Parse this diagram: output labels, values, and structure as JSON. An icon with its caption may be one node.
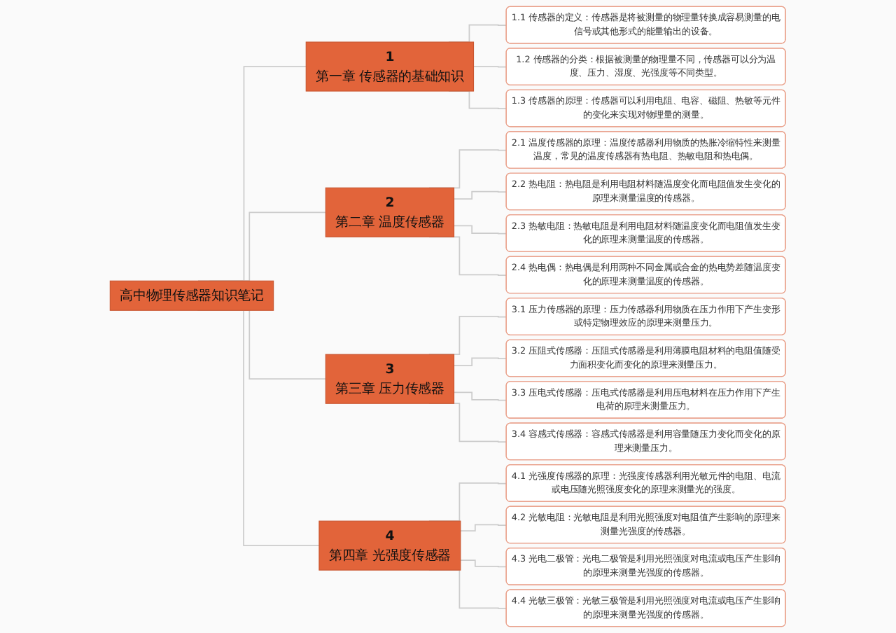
{
  "diagram": {
    "nodes": [
      {
        "text": [
          "高中物理传感器知识笔记"
        ]
      },
      {
        "text": [
          "1",
          "第一章 传感器的基础知识"
        ]
      },
      {
        "text": [
          "1.1 传感器的定义：传感器是将被测量的物理量转换成容易测量的电信号或其他形式的能量输出的设备。"
        ]
      },
      {
        "text": [
          "1.2 传感器的分类：根据被测量的物理量不同，传感器可以分为温度、压力、湿度、光强度等不同类型。"
        ]
      },
      {
        "text": [
          "1.3 传感器的原理：传感器可以利用电阻、电容、磁阻、热敏等元件的变化来实现对物理量的测量。"
        ]
      },
      {
        "text": [
          "2",
          "第二章 温度传感器"
        ]
      },
      {
        "text": [
          "2.1 温度传感器的原理：温度传感器利用物质的热胀冷缩特性来测量温度，常见的温度传感器有热电阻、热敏电阻和热电偶。"
        ]
      },
      {
        "text": [
          "2.2 热电阻：热电阻是利用电阻材料随温度变化而电阻值发生变化的原理来测量温度的传感器。"
        ]
      },
      {
        "text": [
          "2.3 热敏电阻：热敏电阻是利用电阻材料随温度变化而电阻值发生变化的原理来测量温度的传感器。"
        ]
      },
      {
        "text": [
          "2.4 热电偶：热电偶是利用两种不同金属或合金的热电势差随温度变化的原理来测量温度的传感器。"
        ]
      },
      {
        "text": [
          "3",
          "第三章 压力传感器"
        ]
      },
      {
        "text": [
          "3.1 压力传感器的原理：压力传感器利用物质在压力作用下产生变形或特定物理效应的原理来测量压力。"
        ]
      },
      {
        "text": [
          "3.2 压阻式传感器：压阻式传感器是利用薄膜电阻材料的电阻值随受力面积变化而变化的原理来测量压力。"
        ]
      },
      {
        "text": [
          "3.3 压电式传感器：压电式传感器是利用压电材料在压力作用下产生电荷的原理来测量压力。"
        ]
      },
      {
        "text": [
          "3.4 容感式传感器：容感式传感器是利用容量随压力变化而变化的原理来测量压力。"
        ]
      },
      {
        "text": [
          "4",
          "第四章 光强度传感器"
        ]
      },
      {
        "text": [
          "4.1 光强度传感器的原理：光强度传感器利用光敏元件的电阻、电流或电压随光照强度变化的原理来测量光的强度。"
        ]
      },
      {
        "text": [
          "4.2 光敏电阻：光敏电阻是利用光照强度对电阻值产生影响的原理来测量光强度的传感器。"
        ]
      },
      {
        "text": [
          "4.3 光电二极管：光电二极管是利用光照强度对电流或电压产生影响的原理来测量光强度的传感器。"
        ]
      },
      {
        "text": [
          "4.4 光敏三极管：光敏三极管是利用光照强度对电流或电压产生影响的原理来测量光强度的传感器。"
        ]
      }
    ],
    "edges": [
      {
        "from": 0,
        "to": 1,
        "arrow": "none"
      },
      {
        "from": 0,
        "to": 5,
        "arrow": "none"
      },
      {
        "from": 0,
        "to": 10,
        "arrow": "none"
      },
      {
        "from": 0,
        "to": 15,
        "arrow": "none"
      },
      {
        "from": 1,
        "to": 2,
        "arrow": "none"
      },
      {
        "from": 1,
        "to": 3,
        "arrow": "none"
      },
      {
        "from": 1,
        "to": 4,
        "arrow": "none"
      },
      {
        "from": 5,
        "to": 6,
        "arrow": "none"
      },
      {
        "from": 5,
        "to": 7,
        "arrow": "none"
      },
      {
        "from": 5,
        "to": 8,
        "arrow": "none"
      },
      {
        "from": 5,
        "to": 9,
        "arrow": "none"
      },
      {
        "from": 10,
        "to": 11,
        "arrow": "none"
      },
      {
        "from": 10,
        "to": 12,
        "arrow": "none"
      },
      {
        "from": 10,
        "to": 13,
        "arrow": "none"
      },
      {
        "from": 10,
        "to": 14,
        "arrow": "none"
      },
      {
        "from": 15,
        "to": 16,
        "arrow": "none"
      },
      {
        "from": 15,
        "to": 17,
        "arrow": "none"
      },
      {
        "from": 15,
        "to": 18,
        "arrow": "none"
      },
      {
        "from": 15,
        "to": 19,
        "arrow": "none"
      }
    ]
  }
}
